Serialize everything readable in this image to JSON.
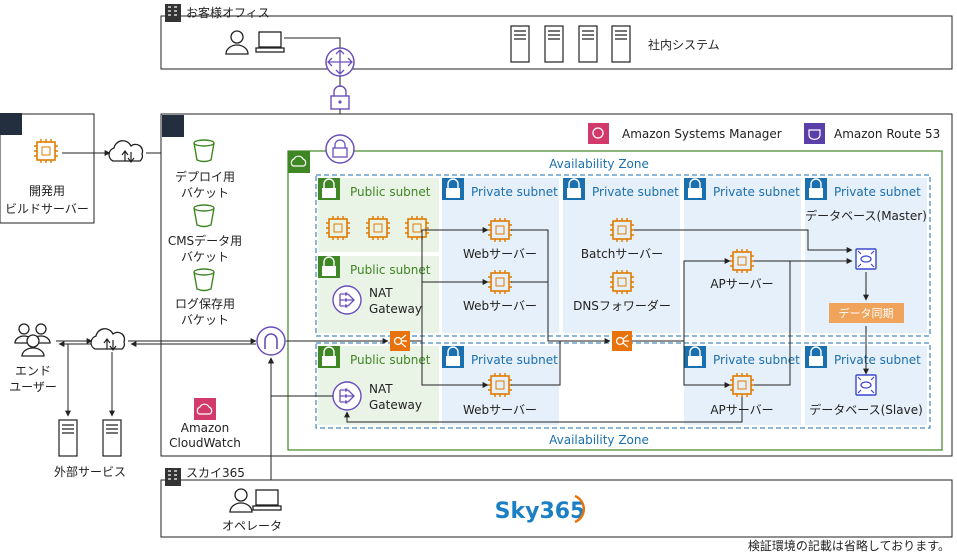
{
  "customer_office": {
    "title": "お客様オフィス",
    "internal_system": "社内システム"
  },
  "dev_build": {
    "label_line1": "開発用",
    "label_line2": "ビルドサーバー"
  },
  "buckets": [
    {
      "line1": "デプロイ用",
      "line2": "バケット"
    },
    {
      "line1": "CMSデータ用",
      "line2": "バケット"
    },
    {
      "line1": "ログ保存用",
      "line2": "バケット"
    }
  ],
  "end_user": {
    "line1": "エンド",
    "line2": "ユーザー"
  },
  "external_services": "外部サービス",
  "cloudwatch": {
    "line1": "Amazon",
    "line2": "CloudWatch"
  },
  "legend": {
    "ssm": "Amazon Systems Manager",
    "route53": "Amazon Route 53"
  },
  "availability_zone": "Availability Zone",
  "subnets": {
    "public": "Public subnet",
    "private": "Private subnet"
  },
  "nat_gateway": {
    "line1": "NAT",
    "line2": "Gateway"
  },
  "servers": {
    "web": "Webサーバー",
    "batch": "Batchサーバー",
    "dns": "DNSフォワーダー",
    "ap": "APサーバー",
    "db_master": "データベース(Master)",
    "db_slave": "データベース(Slave)"
  },
  "data_sync": "データ同期",
  "sky365": {
    "title": "スカイ365",
    "operator": "オペレータ",
    "logo": "Sky365"
  },
  "note": "検証環境の記載は省略しております。",
  "colors": {
    "aws_green": "#3f8624",
    "subnet_blue": "#1a6faf",
    "ec2_orange": "#e07b00",
    "elb_orange": "#e8730c",
    "route53_purple": "#5a3fa8",
    "ssm_pink": "#d13a6a"
  }
}
